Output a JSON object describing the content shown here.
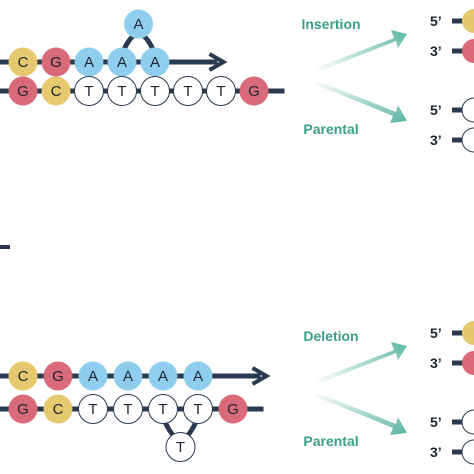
{
  "colors": {
    "backbone": "#2a3a4e",
    "C": "#e6c86e",
    "G": "#d86a7a",
    "A": "#8fcdee",
    "empty": "#ffffff",
    "label": "#3a9f8a",
    "arrow": "#5cb5a4"
  },
  "panels": [
    {
      "id": "insertion",
      "top_strand": [
        "C",
        "G",
        "A",
        "A",
        "A"
      ],
      "top_extra": "A",
      "bottom_strand": [
        "G",
        "C",
        "T",
        "T",
        "T",
        "T",
        "T",
        "G"
      ],
      "bottom_extra": "",
      "label_up": "Insertion",
      "label_down": "Parental",
      "ends_up": [
        "5’",
        "3’"
      ],
      "ends_down": [
        "5’",
        "3’"
      ]
    },
    {
      "id": "deletion",
      "top_strand": [
        "C",
        "G",
        "A",
        "A",
        "A",
        "A"
      ],
      "top_extra": "",
      "bottom_strand": [
        "G",
        "C",
        "T",
        "T",
        "T",
        "T",
        "G"
      ],
      "bottom_extra": "T",
      "label_up": "Deletion",
      "label_down": "Parental",
      "ends_up": [
        "5’",
        "3’"
      ],
      "ends_down": [
        "5’",
        "3’"
      ]
    }
  ]
}
